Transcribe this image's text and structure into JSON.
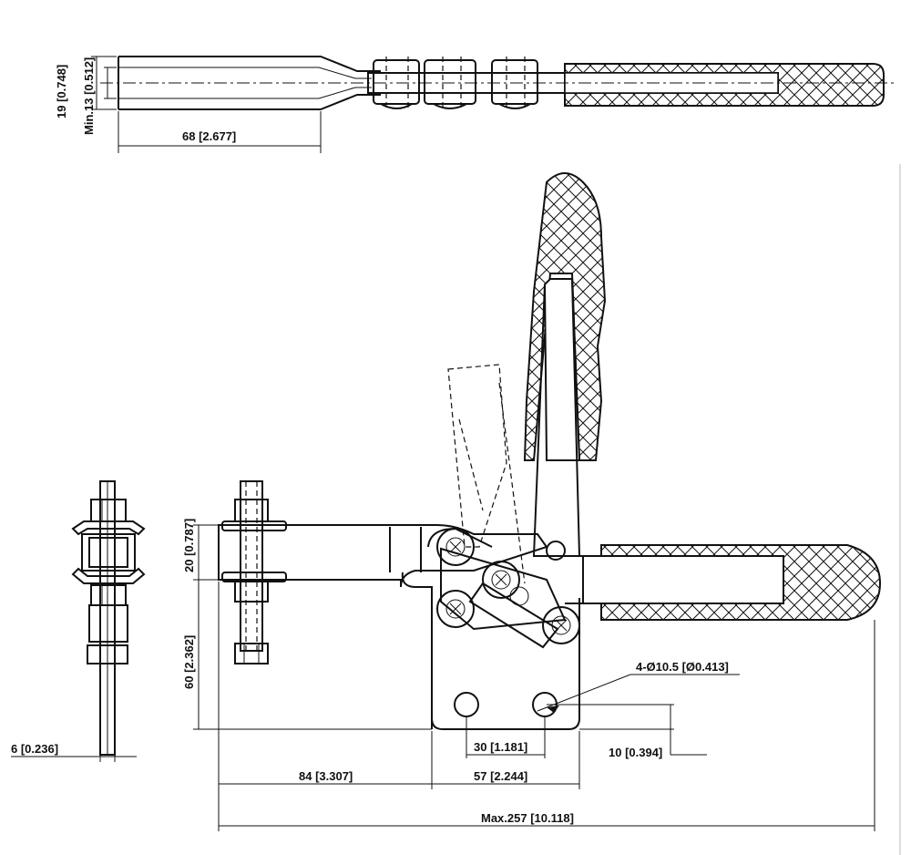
{
  "dimensions": {
    "total_height": "19 [0.748]",
    "min_gap": "Min.13 [0.512]",
    "top_length": "68 [2.677]",
    "arm_thickness": "20 [0.787]",
    "base_height": "60 [2.362]",
    "spindle_width": "6 [0.236]",
    "hole_spec": "4-Ø10.5 [Ø0.413]",
    "hole_pitch": "30 [1.181]",
    "hole_offset": "10 [0.394]",
    "reach": "84 [3.307]",
    "base_width": "57 [2.244]",
    "max_length": "Max.257 [10.118]"
  }
}
